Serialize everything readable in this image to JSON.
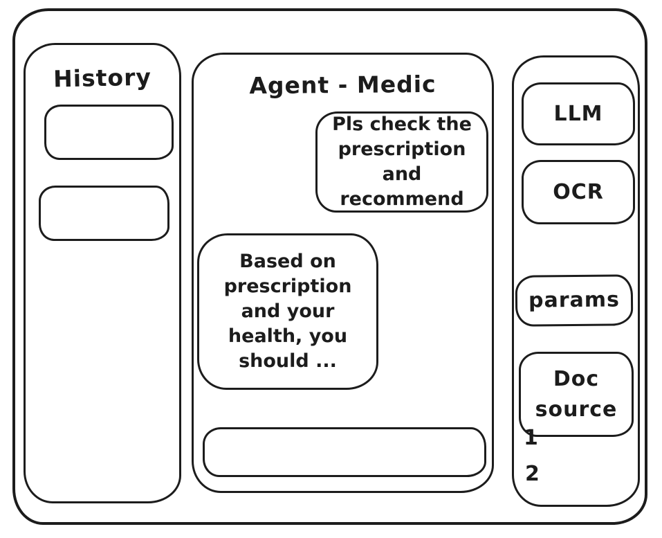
{
  "app": {
    "title": "Agent - Medic"
  },
  "history_panel": {
    "title": "History",
    "items": [
      {
        "label": ""
      },
      {
        "label": ""
      }
    ]
  },
  "chat_panel": {
    "title": "Agent - Medic",
    "messages": [
      {
        "role": "user",
        "text": "Pls check the prescription and recommend"
      },
      {
        "role": "assistant",
        "text": "Based on prescription and your health, you should ..."
      }
    ],
    "input": {
      "value": "",
      "placeholder": ""
    }
  },
  "tools_panel": {
    "buttons": [
      {
        "label": "LLM"
      },
      {
        "label": "OCR"
      },
      {
        "label": "params"
      },
      {
        "label": "Doc source"
      }
    ],
    "doc_source_items": [
      "1",
      "2"
    ]
  },
  "colors": {
    "ink": "#1c1c1c",
    "background": "#ffffff"
  }
}
